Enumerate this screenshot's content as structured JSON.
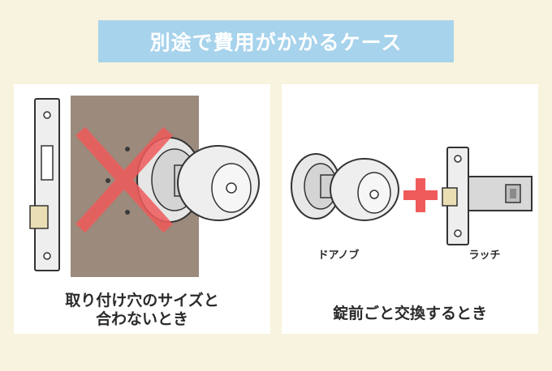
{
  "title": "別途で費用がかかるケース",
  "left_panel": {
    "caption_line1": "取り付け穴のサイズと",
    "caption_line2": "合わないとき"
  },
  "right_panel": {
    "knob_label": "ドアノブ",
    "latch_label": "ラッチ",
    "caption": "錠前ごと交換するとき"
  },
  "colors": {
    "background": "#f8f3de",
    "banner": "#a7d3ec",
    "cross": "#ef5b5b",
    "plus": "#ef5b5b",
    "door": "#9c8a7c"
  }
}
